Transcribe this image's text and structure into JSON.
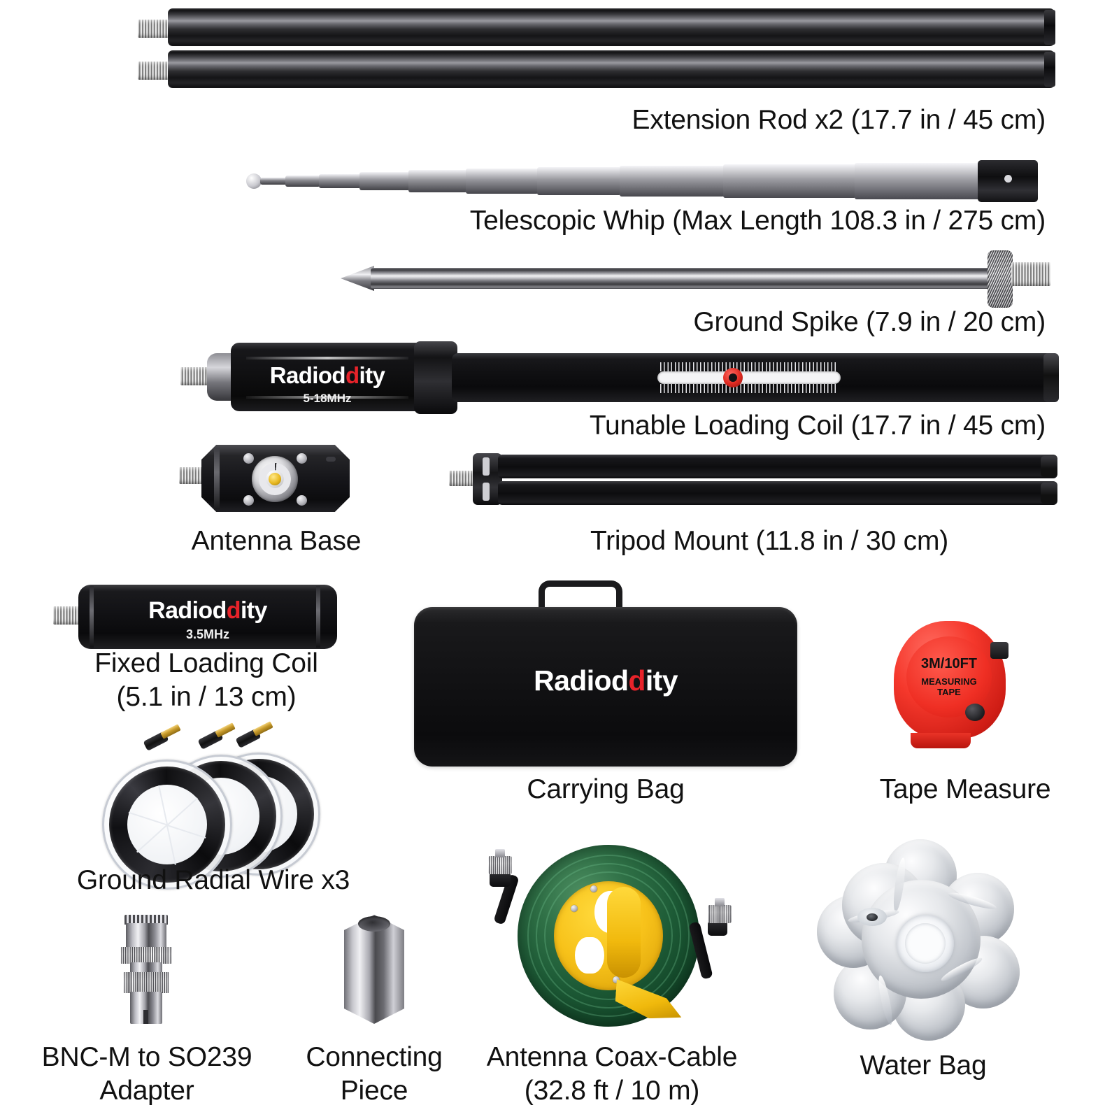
{
  "product": {
    "brand": "Radioddity",
    "brand_accent_hex": "#e8232a"
  },
  "parts": [
    {
      "id": "extension-rod",
      "label": "Extension Rod x2 (17.7 in / 45 cm)",
      "name": "Extension Rod",
      "quantity": "x2",
      "length_in": "17.7 in",
      "length_cm": "45 cm"
    },
    {
      "id": "telescopic-whip",
      "label": "Telescopic Whip (Max Length 108.3 in / 275 cm)",
      "name": "Telescopic Whip",
      "length_in": "108.3 in",
      "length_cm": "275 cm"
    },
    {
      "id": "ground-spike",
      "label": "Ground Spike (7.9 in / 20 cm)",
      "name": "Ground Spike",
      "length_in": "7.9 in",
      "length_cm": "20 cm"
    },
    {
      "id": "tunable-loading-coil",
      "label": "Tunable Loading Coil (17.7 in / 45 cm)",
      "name": "Tunable Loading Coil",
      "length_in": "17.7 in",
      "length_cm": "45 cm",
      "marking_brand": "Radioddity",
      "marking_freq": "5-18MHz"
    },
    {
      "id": "antenna-base",
      "label": "Antenna Base",
      "name": "Antenna Base"
    },
    {
      "id": "tripod-mount",
      "label": "Tripod Mount (11.8 in / 30 cm)",
      "name": "Tripod Mount",
      "length_in": "11.8 in",
      "length_cm": "30 cm"
    },
    {
      "id": "fixed-loading-coil",
      "label": "Fixed Loading Coil\n(5.1 in / 13 cm)",
      "name": "Fixed Loading Coil",
      "length_in": "5.1 in",
      "length_cm": "13 cm",
      "marking_brand": "Radioddity",
      "marking_freq": "3.5MHz"
    },
    {
      "id": "carrying-bag",
      "label": "Carrying Bag",
      "name": "Carrying Bag",
      "marking_brand": "Radioddity"
    },
    {
      "id": "tape-measure",
      "label": "Tape Measure",
      "name": "Tape Measure",
      "marking_size": "3M/10FT",
      "marking_line1": "MEASURING",
      "marking_line2": "TAPE"
    },
    {
      "id": "ground-radial-wire",
      "label": "Ground Radial Wire x3",
      "name": "Ground Radial Wire",
      "quantity": "x3"
    },
    {
      "id": "bnc-adapter",
      "label": "BNC-M to SO239\nAdapter",
      "name": "BNC-M to SO239 Adapter"
    },
    {
      "id": "connecting-piece",
      "label": "Connecting\nPiece",
      "name": "Connecting Piece"
    },
    {
      "id": "antenna-coax-cable",
      "label": "Antenna Coax-Cable\n(32.8 ft / 10 m)",
      "name": "Antenna Coax-Cable",
      "length_ft": "32.8 ft",
      "length_m": "10 m"
    },
    {
      "id": "water-bag",
      "label": "Water Bag",
      "name": "Water Bag"
    }
  ]
}
